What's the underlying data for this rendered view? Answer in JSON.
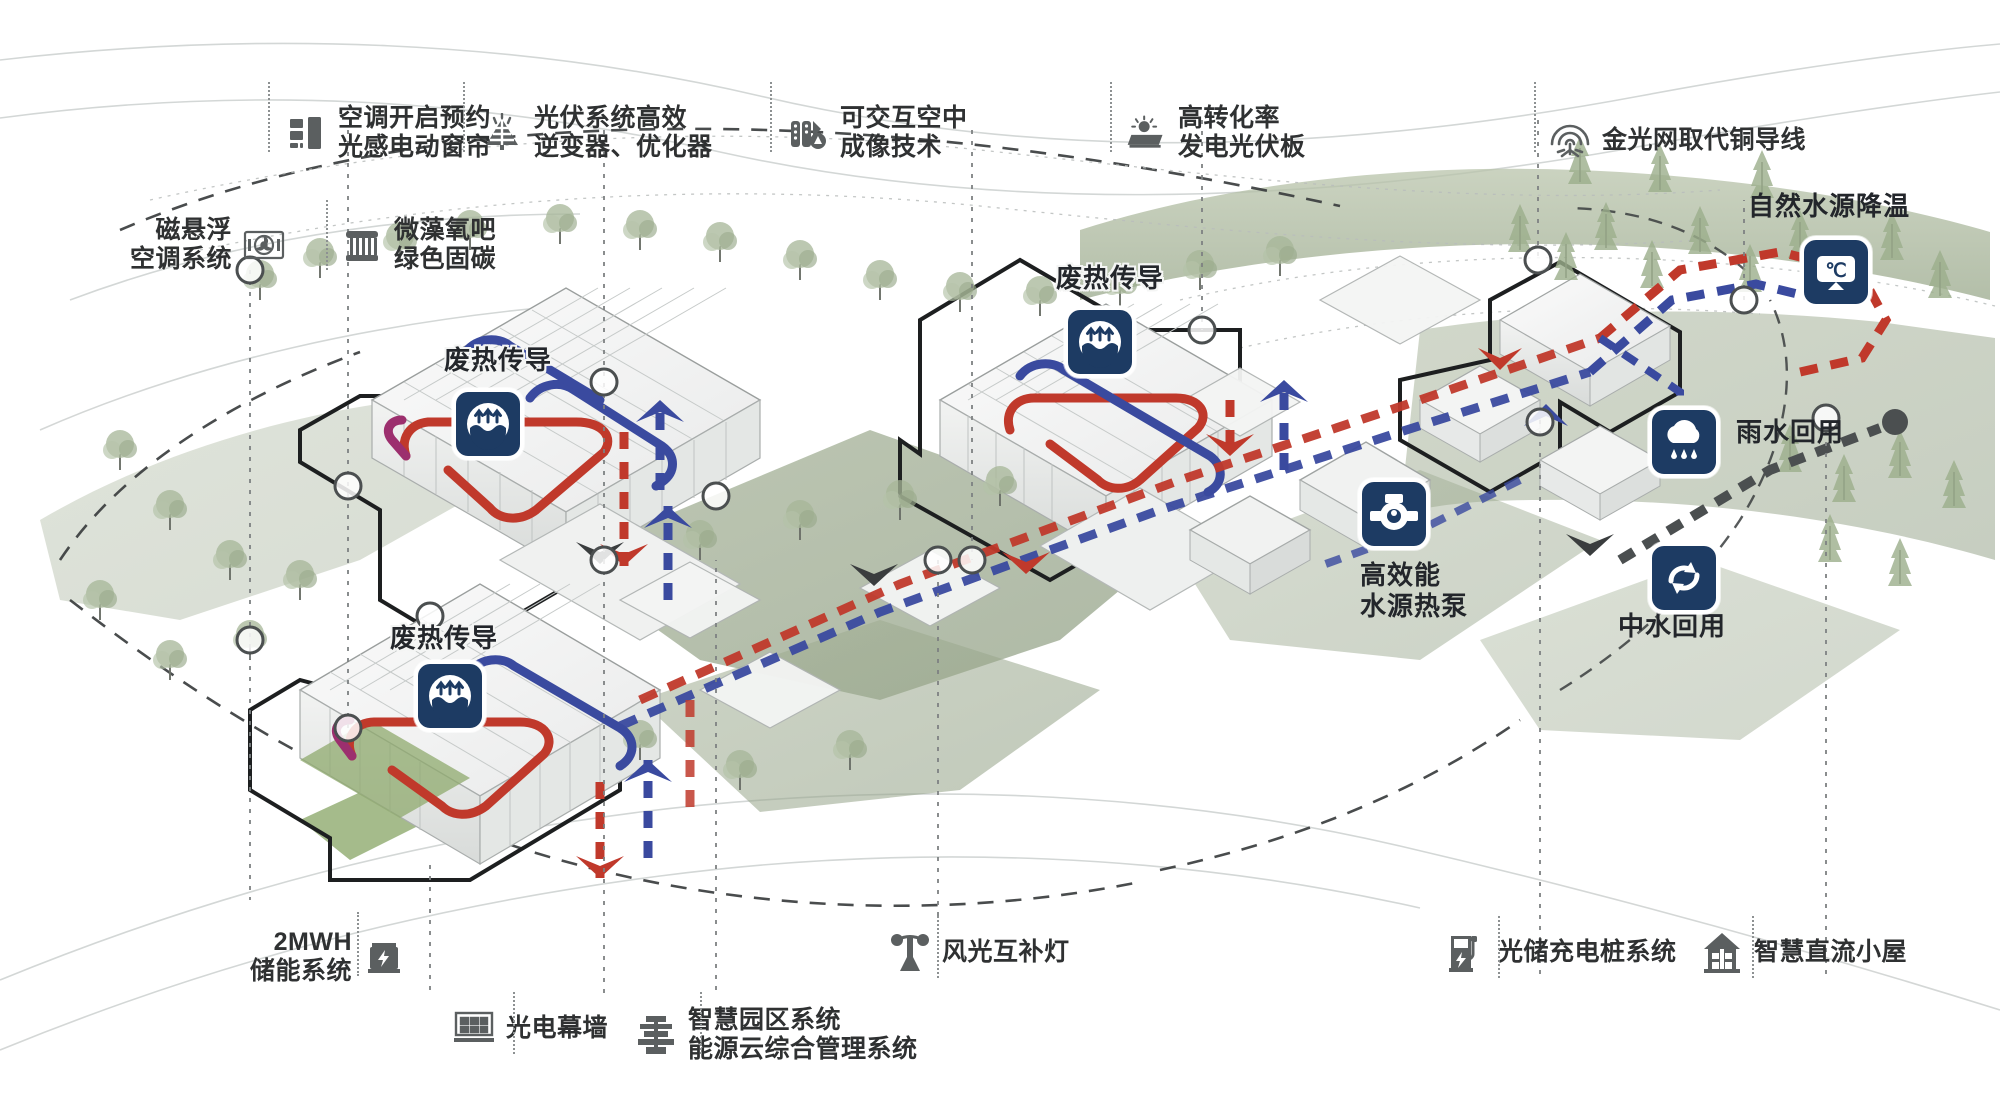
{
  "diagram": {
    "type": "isometric-campus-energy-diagram",
    "palette": {
      "badge_navy": "#1d3b63",
      "hot_pipe_red": "#c0392b",
      "cold_pipe_blue": "#3a4a9f",
      "label_gray": "#5b5f60",
      "text_dark": "#23262b",
      "lawn_green": "#97a88a",
      "paper_white": "#ffffff"
    }
  },
  "top_labels": [
    {
      "id": "smart-curtain",
      "icon": "window-blinds-icon",
      "line1": "空调开启预约",
      "line2": "光感电动窗帘"
    },
    {
      "id": "pv-inverter",
      "icon": "solar-panel-icon",
      "line1": "光伏系统高效",
      "line2": "逆变器、优化器"
    },
    {
      "id": "air-imaging",
      "icon": "server-rack-icon",
      "line1": "可交互空中",
      "line2": "成像技术"
    },
    {
      "id": "high-efficiency-pv",
      "icon": "sun-panel-icon",
      "line1": "高转化率",
      "line2": "发电光伏板"
    },
    {
      "id": "gold-light-net",
      "icon": "wireless-signal-icon",
      "line1": "金光网取代铜导线",
      "line2": ""
    }
  ],
  "left_labels": [
    {
      "id": "maglev-hvac",
      "icon": "fan-unit-icon",
      "line1": "磁悬浮",
      "line2": "空调系统"
    },
    {
      "id": "microalgae-oxygen",
      "icon": "algae-tube-icon",
      "line1": "微藻氧吧",
      "line2": "绿色固碳"
    }
  ],
  "bottom_labels": [
    {
      "id": "energy-storage",
      "icon": "battery-bolt-icon",
      "line1": "2MWH",
      "line2": "储能系统"
    },
    {
      "id": "pv-curtain-wall",
      "icon": "grid-facade-icon",
      "line1": "光电幕墙",
      "line2": ""
    },
    {
      "id": "smart-park-system",
      "icon": "cloud-server-icon",
      "line1": "智慧园区系统",
      "line2": "能源云综合管理系统"
    },
    {
      "id": "hybrid-lamp",
      "icon": "street-lamp-icon",
      "line1": "风光互补灯",
      "line2": ""
    },
    {
      "id": "ev-charging",
      "icon": "ev-charger-icon",
      "line1": "光储充电桩系统",
      "line2": ""
    },
    {
      "id": "dc-smart-house",
      "icon": "house-icon",
      "line1": "智慧直流小屋",
      "line2": ""
    }
  ],
  "badges": [
    {
      "id": "waste-heat-1",
      "icon": "heat-rise-water-icon",
      "label": "废热传导"
    },
    {
      "id": "waste-heat-2",
      "icon": "heat-rise-water-icon",
      "label": "废热传导"
    },
    {
      "id": "waste-heat-3",
      "icon": "heat-rise-water-icon",
      "label": "废热传导"
    },
    {
      "id": "water-cooling",
      "icon": "celsius-down-icon",
      "label": "自然水源降温"
    },
    {
      "id": "rainwater-reuse",
      "icon": "rain-cloud-icon",
      "label": "雨水回用"
    },
    {
      "id": "greywater-reuse",
      "icon": "recycle-loop-icon",
      "label": "中水回用"
    },
    {
      "id": "heat-pump",
      "icon": "water-pump-icon",
      "line1": "高效能",
      "line2": "水源热泵"
    }
  ]
}
